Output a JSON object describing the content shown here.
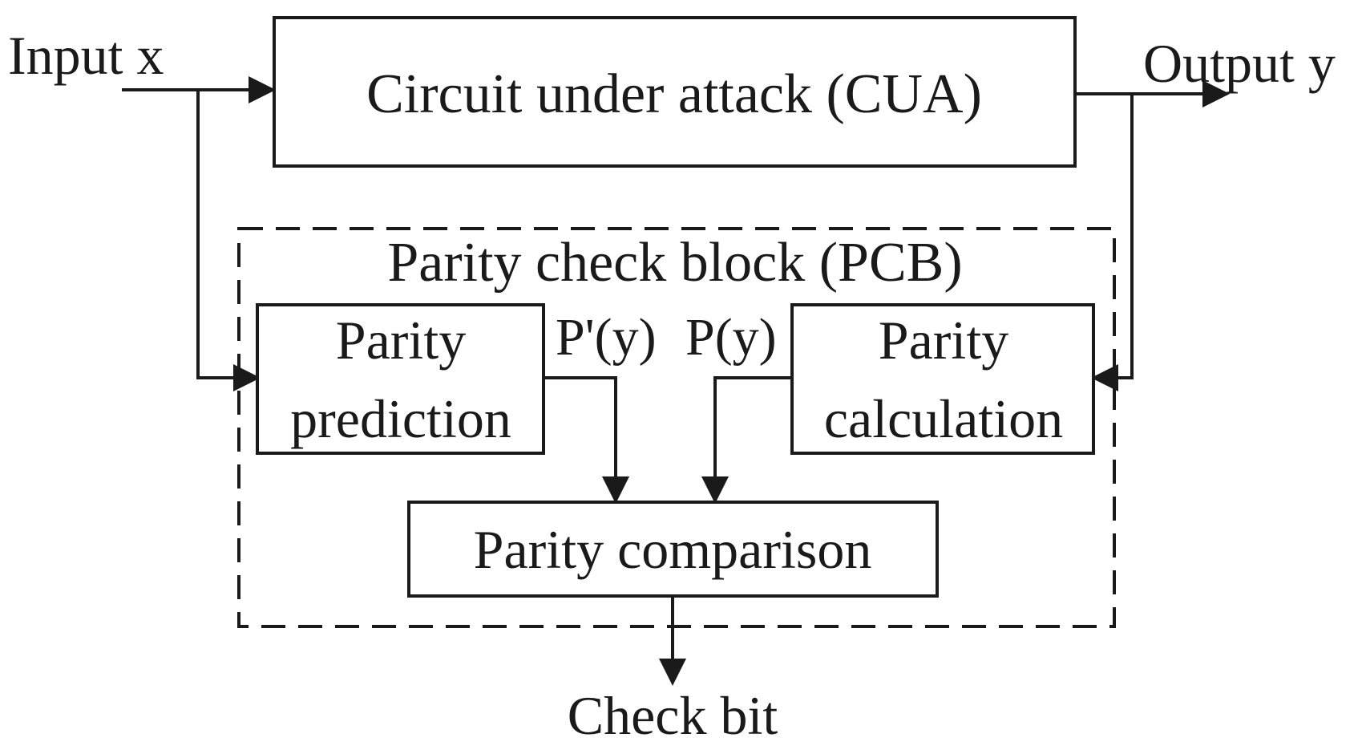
{
  "labels": {
    "input": "Input x",
    "output": "Output y",
    "cua": "Circuit under attack (CUA)",
    "pcb": "Parity check block (PCB)",
    "prediction_line1": "Parity",
    "prediction_line2": "prediction",
    "calculation_line1": "Parity",
    "calculation_line2": "calculation",
    "p_prime": "P'(y)",
    "p": "P(y)",
    "comparison": "Parity comparison",
    "check_bit": "Check bit"
  },
  "colors": {
    "ink": "#1a1a1a",
    "background": "#ffffff"
  }
}
